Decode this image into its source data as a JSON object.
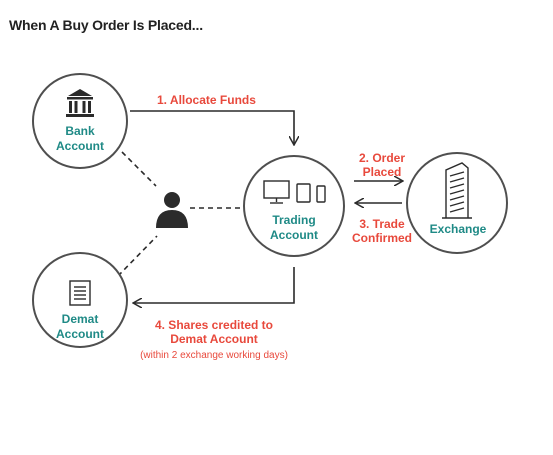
{
  "title": "When A Buy Order Is Placed...",
  "nodes": {
    "bank": {
      "line1": "Bank",
      "line2": "Account",
      "icon": "bank-icon"
    },
    "demat": {
      "line1": "Demat",
      "line2": "Account",
      "icon": "document-icon"
    },
    "trading": {
      "line1": "Trading",
      "line2": "Account",
      "icon": "devices-icon"
    },
    "exchange": {
      "line1": "Exchange",
      "icon": "building-icon"
    },
    "investor": {
      "icon": "person-icon"
    }
  },
  "steps": {
    "allocate": "1. Allocate Funds",
    "order_line1": "2. Order",
    "order_line2": "Placed",
    "trade_line1": "3. Trade",
    "trade_line2": "Confirmed",
    "credit_line1": "4. Shares credited to",
    "credit_line2": "Demat Account",
    "credit_note": "(within 2 exchange working days)"
  },
  "colors": {
    "node_label": "#1f8a86",
    "step_label": "#e8493c",
    "stroke": "#2a2a2a"
  }
}
